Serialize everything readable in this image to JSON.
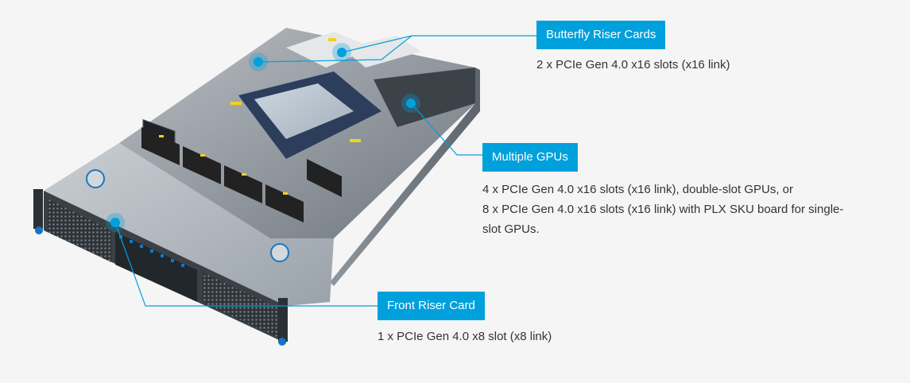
{
  "callouts": {
    "butterfly": {
      "title": "Butterfly Riser Cards",
      "lines": [
        "2 x PCIe Gen 4.0 x16 slots (x16 link)"
      ]
    },
    "gpus": {
      "title": "Multiple GPUs",
      "lines": [
        "4 x PCIe Gen 4.0 x16 slots (x16 link), double-slot GPUs, or",
        "8 x PCIe Gen 4.0 x16 slots (x16 link) with PLX SKU board for single-",
        "slot GPUs."
      ]
    },
    "front": {
      "title": "Front Riser Card",
      "lines": [
        "1 x PCIe Gen 4.0 x8 slot (x8 link)"
      ]
    }
  },
  "colors": {
    "accent": "#00a0dc",
    "text": "#333333",
    "background": "#f5f5f5"
  },
  "icons": [
    "server-chassis-image",
    "hotspot-marker-icon"
  ]
}
